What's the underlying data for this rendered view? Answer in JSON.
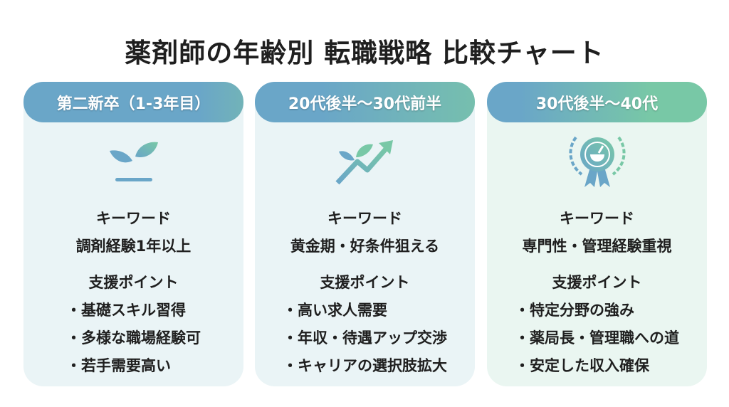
{
  "title": "薬剤師の年齢別 転職戦略 比較チャート",
  "colors": {
    "blue": "#6aa6c8",
    "green": "#78c8a6"
  },
  "cards": [
    {
      "header": "第二新卒（1-3年目）",
      "icon": "sprout-icon",
      "keyword_label": "キーワード",
      "keyword": "調剤経験1年以上",
      "support_label": "支援ポイント",
      "points": [
        "・基礎スキル習得",
        "・多様な職場経験可",
        "・若手需要高い"
      ]
    },
    {
      "header": "20代後半〜30代前半",
      "icon": "growth-arrow-icon",
      "keyword_label": "キーワード",
      "keyword": "黄金期・好条件狙える",
      "support_label": "支援ポイント",
      "points": [
        "・高い求人需要",
        "・年収・待遇アップ交渉",
        "・キャリアの選択肢拡大"
      ]
    },
    {
      "header": "30代後半〜40代",
      "icon": "award-badge-icon",
      "keyword_label": "キーワード",
      "keyword": "専門性・管理経験重視",
      "support_label": "支援ポイント",
      "points": [
        "・特定分野の強み",
        "・薬局長・管理職への道",
        "・安定した収入確保"
      ]
    }
  ]
}
